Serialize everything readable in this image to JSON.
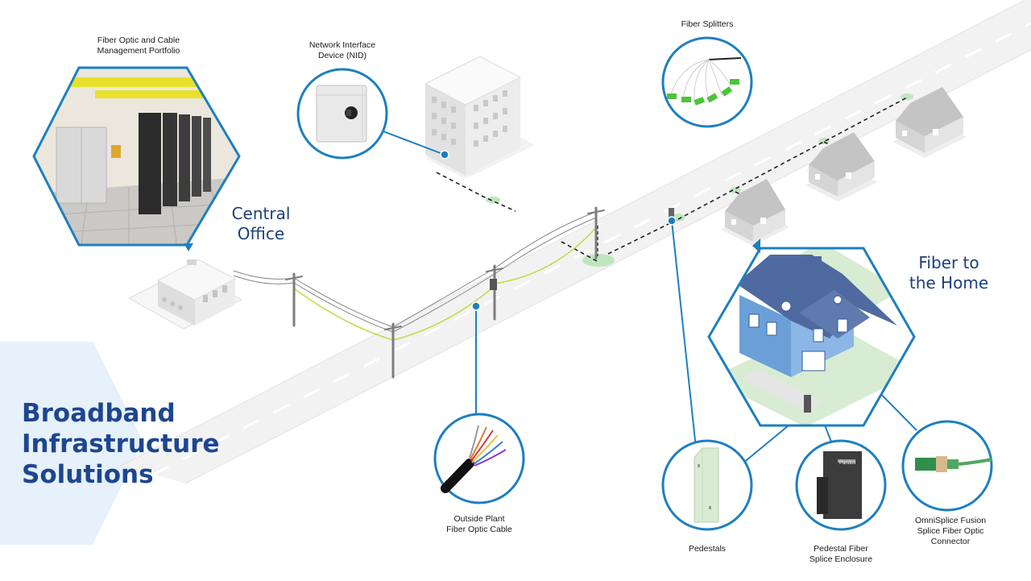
{
  "title": {
    "line1": "Broadband",
    "line2": "Infrastructure",
    "line3": "Solutions"
  },
  "areas": {
    "central_office": {
      "line1": "Central",
      "line2": "Office"
    },
    "fiber_home": {
      "line1": "Fiber to",
      "line2": "the Home"
    }
  },
  "callouts": {
    "portfolio": {
      "line1": "Fiber Optic and Cable",
      "line2": "Management Portfolio"
    },
    "nid": {
      "line1": "Network Interface",
      "line2": "Device (NID)"
    },
    "splitters": {
      "line1": "Fiber Splitters"
    },
    "osp_cable": {
      "line1": "Outside Plant",
      "line2": "Fiber Optic Cable"
    },
    "pedestals": {
      "line1": "Pedestals"
    },
    "pedestal_enclosure": {
      "line1": "Pedestal Fiber",
      "line2": "Splice Enclosure"
    },
    "omnisplice": {
      "line1": "OmniSplice Fusion",
      "line2": "Splice Fiber Optic",
      "line3": "Connector"
    }
  },
  "brand_mark": "Panduit",
  "colors": {
    "accent_blue": "#1d7fc0",
    "title_blue": "#1d4690",
    "area_label": "#1d3f7a",
    "panel_light_blue": "#e6f1fb",
    "fiber_green": "#c8d94a",
    "grass": "#a9dca9"
  }
}
